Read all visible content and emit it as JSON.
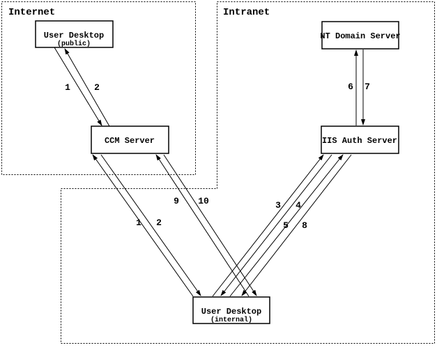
{
  "regions": {
    "internet": {
      "label": "Internet"
    },
    "intranet": {
      "label": "Intranet"
    }
  },
  "nodes": {
    "user_desktop_public": {
      "title": "User Desktop",
      "subtitle": "(public)"
    },
    "ccm_server": {
      "title": "CCM Server"
    },
    "nt_domain_server": {
      "title": "NT Domain Server"
    },
    "iis_auth_server": {
      "title": "IIS Auth Server"
    },
    "user_desktop_internal": {
      "title": "User Desktop",
      "subtitle": "(internal)"
    }
  },
  "flows": [
    {
      "label": "1",
      "from": "user_desktop_public",
      "to": "ccm_server"
    },
    {
      "label": "2",
      "from": "ccm_server",
      "to": "user_desktop_public"
    },
    {
      "label": "1",
      "from": "user_desktop_internal",
      "to": "ccm_server"
    },
    {
      "label": "2",
      "from": "ccm_server",
      "to": "user_desktop_internal"
    },
    {
      "label": "9",
      "from": "user_desktop_internal",
      "to": "ccm_server"
    },
    {
      "label": "10",
      "from": "ccm_server",
      "to": "user_desktop_internal"
    },
    {
      "label": "3",
      "from": "user_desktop_internal",
      "to": "iis_auth_server"
    },
    {
      "label": "4",
      "from": "iis_auth_server",
      "to": "user_desktop_internal"
    },
    {
      "label": "5",
      "from": "user_desktop_internal",
      "to": "iis_auth_server"
    },
    {
      "label": "8",
      "from": "iis_auth_server",
      "to": "user_desktop_internal"
    },
    {
      "label": "6",
      "from": "iis_auth_server",
      "to": "nt_domain_server"
    },
    {
      "label": "7",
      "from": "nt_domain_server",
      "to": "iis_auth_server"
    }
  ],
  "colors": {
    "foreground": "#000000",
    "background": "#ffffff"
  }
}
